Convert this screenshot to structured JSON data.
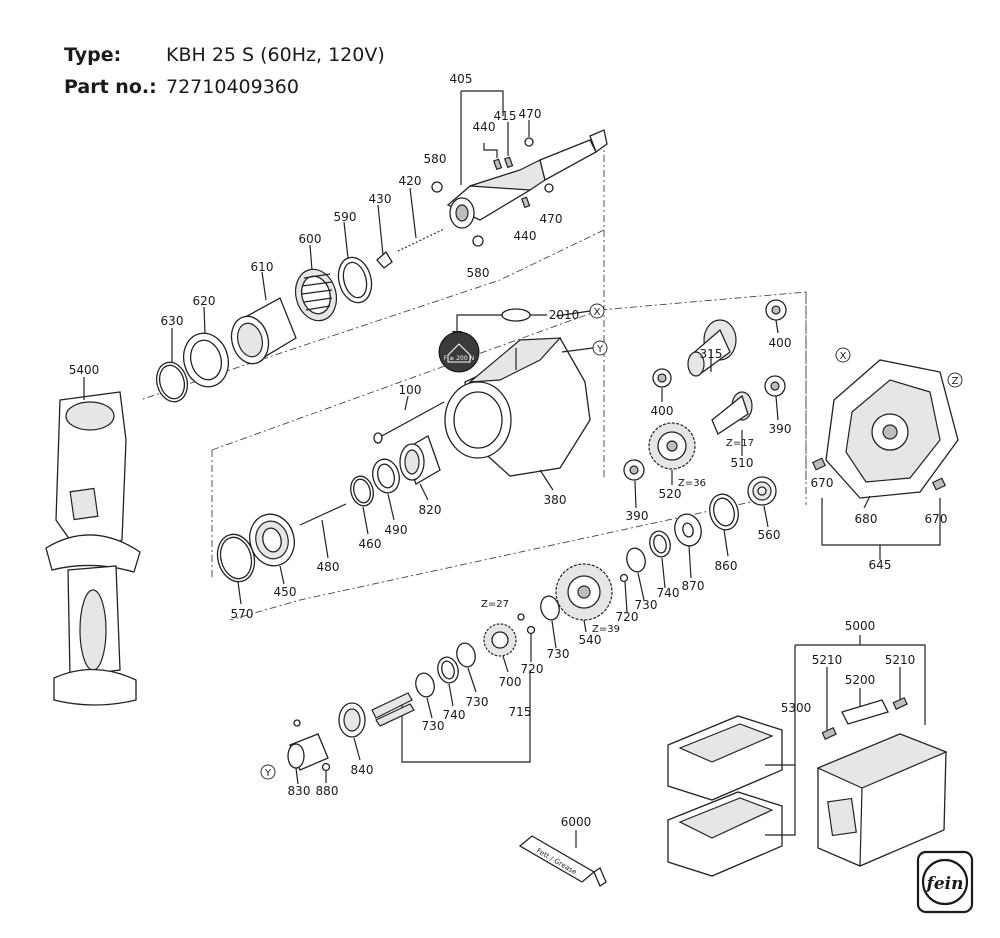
{
  "header": {
    "type_label": "Type:",
    "type_value": "KBH 25 S (60Hz, 120V)",
    "part_label": "Part no.:",
    "part_value": "72710409360"
  },
  "labels": {
    "405": "405",
    "415": "415",
    "470a": "470",
    "440a": "440",
    "580a": "580",
    "420": "420",
    "470b": "470",
    "440b": "440",
    "580b": "580",
    "430": "430",
    "590": "590",
    "600": "600",
    "610": "610",
    "620": "620",
    "630": "630",
    "5400": "5400",
    "2010": "2010",
    "100": "100",
    "380": "380",
    "820": "820",
    "490": "490",
    "460": "460",
    "480": "480",
    "450": "450",
    "570": "570",
    "400a": "400",
    "315": "315",
    "400b": "400",
    "390a": "390",
    "510": "510",
    "z17": "Z=17",
    "520": "520",
    "z36": "Z=36",
    "390b": "390",
    "560": "560",
    "860": "860",
    "870": "870",
    "740a": "740",
    "730a": "730",
    "720a": "720",
    "540": "540",
    "z39": "Z=39",
    "730b": "730",
    "z27": "Z=27",
    "720b": "720",
    "700": "700",
    "730c": "730",
    "740b": "740",
    "730d": "730",
    "715": "715",
    "840": "840",
    "830": "830",
    "880": "880",
    "670a": "670",
    "680": "680",
    "670b": "670",
    "645": "645",
    "5000": "5000",
    "5210a": "5210",
    "5200": "5200",
    "5210b": "5210",
    "5300": "5300",
    "6000": "6000"
  },
  "markers": {
    "x": "X",
    "y": "Y",
    "z": "Z"
  },
  "sticker_text": "F ≥ 200 N",
  "grease_text": "Fett / Grease",
  "logo_text": "fein"
}
